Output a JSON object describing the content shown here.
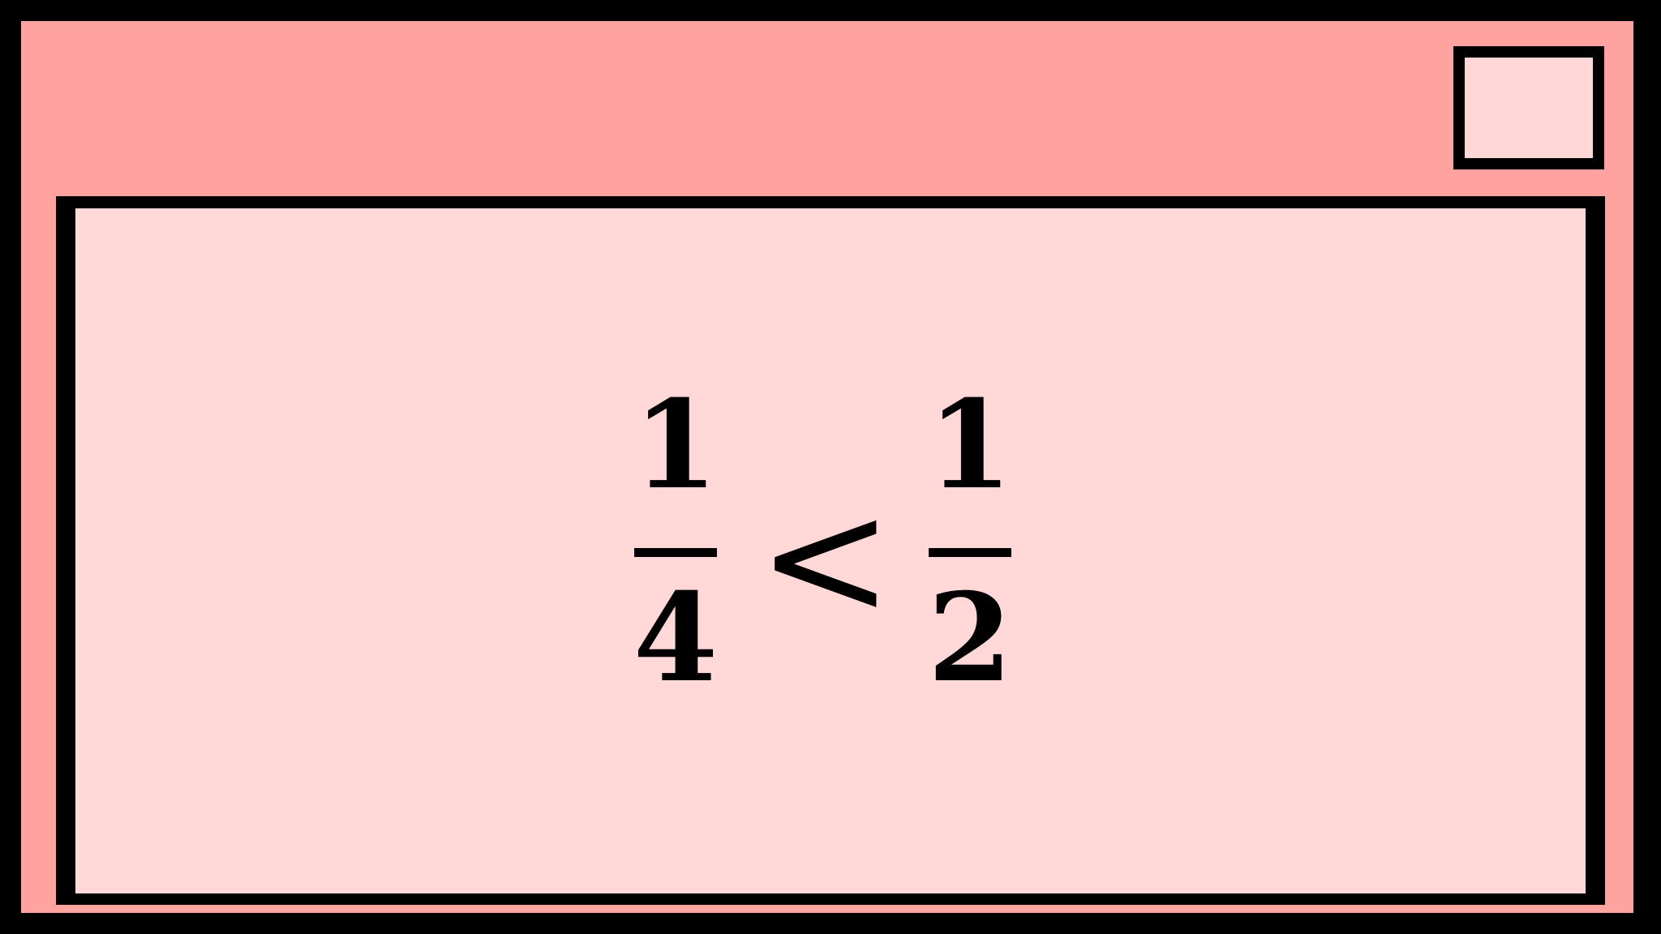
{
  "window": {
    "colors": {
      "frame": "#ffa3a0",
      "panel": "#ffd8d7",
      "border": "#000000"
    }
  },
  "expression": {
    "left_fraction": {
      "numerator": "1",
      "denominator": "4"
    },
    "relation": "<",
    "right_fraction": {
      "numerator": "1",
      "denominator": "2"
    }
  }
}
